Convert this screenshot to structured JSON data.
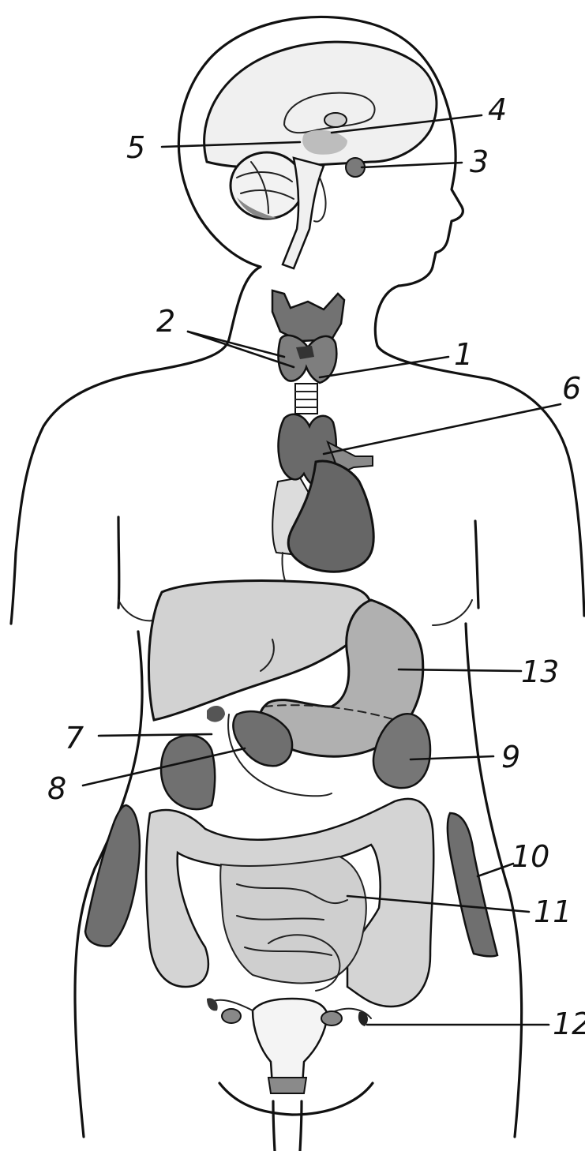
{
  "labels": [
    {
      "id": "1",
      "text": "1"
    },
    {
      "id": "2",
      "text": "2"
    },
    {
      "id": "3",
      "text": "3"
    },
    {
      "id": "4",
      "text": "4"
    },
    {
      "id": "5",
      "text": "5"
    },
    {
      "id": "6",
      "text": "6"
    },
    {
      "id": "7",
      "text": "7"
    },
    {
      "id": "8",
      "text": "8"
    },
    {
      "id": "9",
      "text": "9"
    },
    {
      "id": "10",
      "text": "10"
    },
    {
      "id": "11",
      "text": "11"
    },
    {
      "id": "12",
      "text": "12"
    },
    {
      "id": "13",
      "text": "13"
    }
  ],
  "colors": {
    "dark_organ": "#6b6b6b",
    "mid_organ": "#9a9a9a",
    "light_organ": "#c9c9c9",
    "pale_organ": "#e4e4e4",
    "outline": "#111111"
  }
}
